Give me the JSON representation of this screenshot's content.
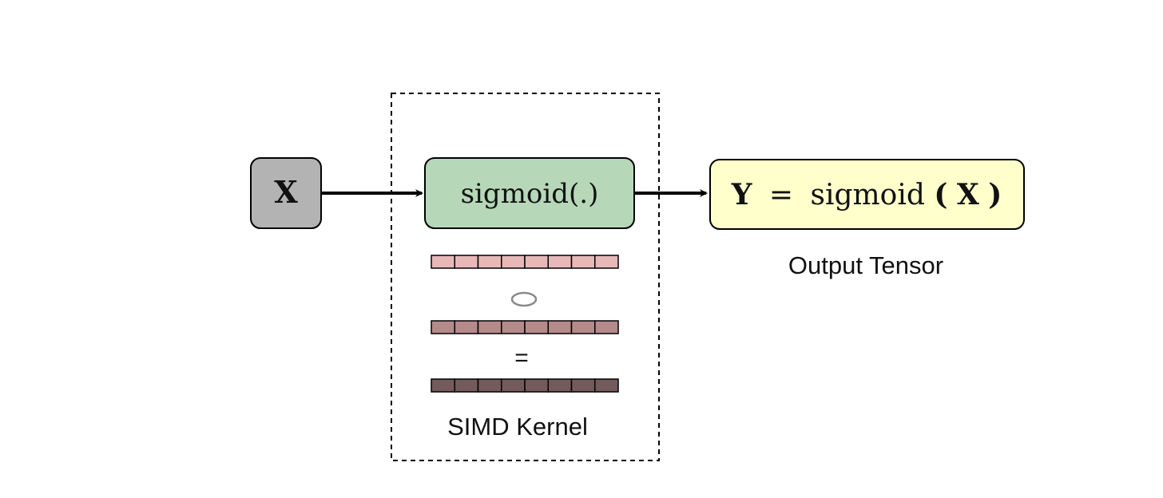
{
  "input_node": {
    "label": "X",
    "fill": "#b3b3b3"
  },
  "sigmoid_node": {
    "label": "sigmoid(.)",
    "fill": "#b6d7b8"
  },
  "output_node": {
    "lhs": "Y",
    "equals": "=",
    "fn": "sigmoid",
    "open_paren": "(",
    "arg": "X",
    "close_paren": ")",
    "fill": "#ffffcc",
    "caption": "Output Tensor"
  },
  "kernel": {
    "caption": "SIMD Kernel",
    "equals_sign": "=",
    "vectors": [
      {
        "name": "operand-a",
        "fill": "#e8b8b8",
        "cells": 8
      },
      {
        "name": "operand-b",
        "fill": "#b48a8a",
        "cells": 8
      },
      {
        "name": "result",
        "fill": "#735b5b",
        "cells": 8
      }
    ]
  }
}
